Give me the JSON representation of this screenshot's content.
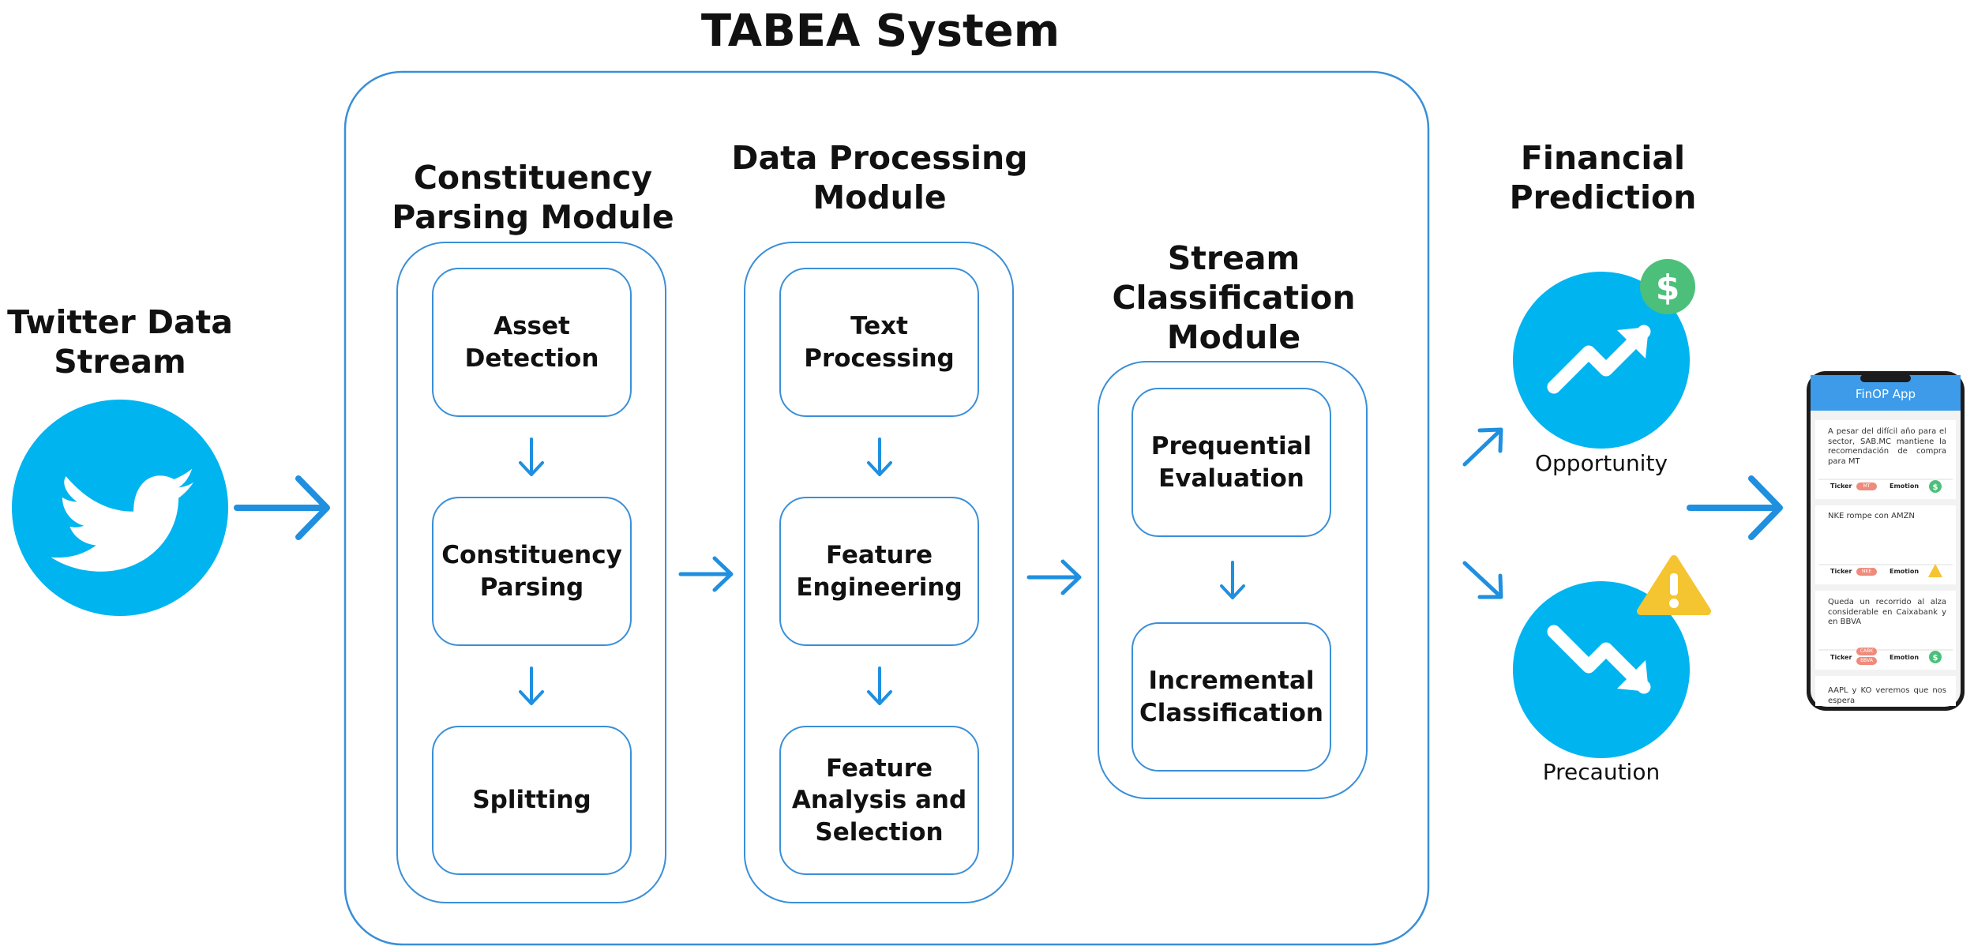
{
  "title": "TABEA System",
  "input": {
    "title_line1": "Twitter Data",
    "title_line2": "Stream",
    "icon": "twitter-bird-icon"
  },
  "modules": {
    "constituency": {
      "title_line1": "Constituency",
      "title_line2": "Parsing Module",
      "steps": [
        {
          "line1": "Asset",
          "line2": "Detection"
        },
        {
          "line1": "Constituency",
          "line2": "Parsing"
        },
        {
          "line1": "Splitting"
        }
      ]
    },
    "processing": {
      "title_line1": "Data Processing",
      "title_line2": "Module",
      "steps": [
        {
          "line1": "Text",
          "line2": "Processing"
        },
        {
          "line1": "Feature",
          "line2": "Engineering"
        },
        {
          "line1": "Feature",
          "line2": "Analysis and",
          "line3": "Selection"
        }
      ]
    },
    "classification": {
      "title_line1": "Stream Classification",
      "title_line2": "Module",
      "steps": [
        {
          "line1": "Prequential",
          "line2": "Evaluation"
        },
        {
          "line1": "Incremental",
          "line2": "Classification"
        }
      ]
    }
  },
  "prediction": {
    "title_line1": "Financial",
    "title_line2": "Prediction",
    "opportunity": "Opportunity",
    "precaution": "Precaution"
  },
  "phone": {
    "app_title": "FinOP App",
    "cards": [
      {
        "text": "A pesar del difícil año para el sector, SAB.MC mantiene la recomendación de compra para MT",
        "ticker_label": "Ticker",
        "ticker": "MT",
        "emotion_label": "Emotion"
      },
      {
        "text": "NKE rompe con AMZN",
        "ticker_label": "Ticker",
        "ticker": "NKE",
        "emotion_label": "Emotion"
      },
      {
        "text": "Queda un recorrido al alza considerable en Caixabank y en BBVA",
        "ticker_label": "Ticker",
        "ticker": "CABK",
        "ticker2": "BBVA",
        "emotion_label": "Emotion"
      },
      {
        "text": "AAPL y KO veremos que nos espera"
      }
    ]
  },
  "colors": {
    "accent": "#3a8fd8",
    "circle": "#00b4f0",
    "dollar_badge": "#4cc07a",
    "warning": "#f5c431",
    "app_bar": "#3d9be9"
  }
}
